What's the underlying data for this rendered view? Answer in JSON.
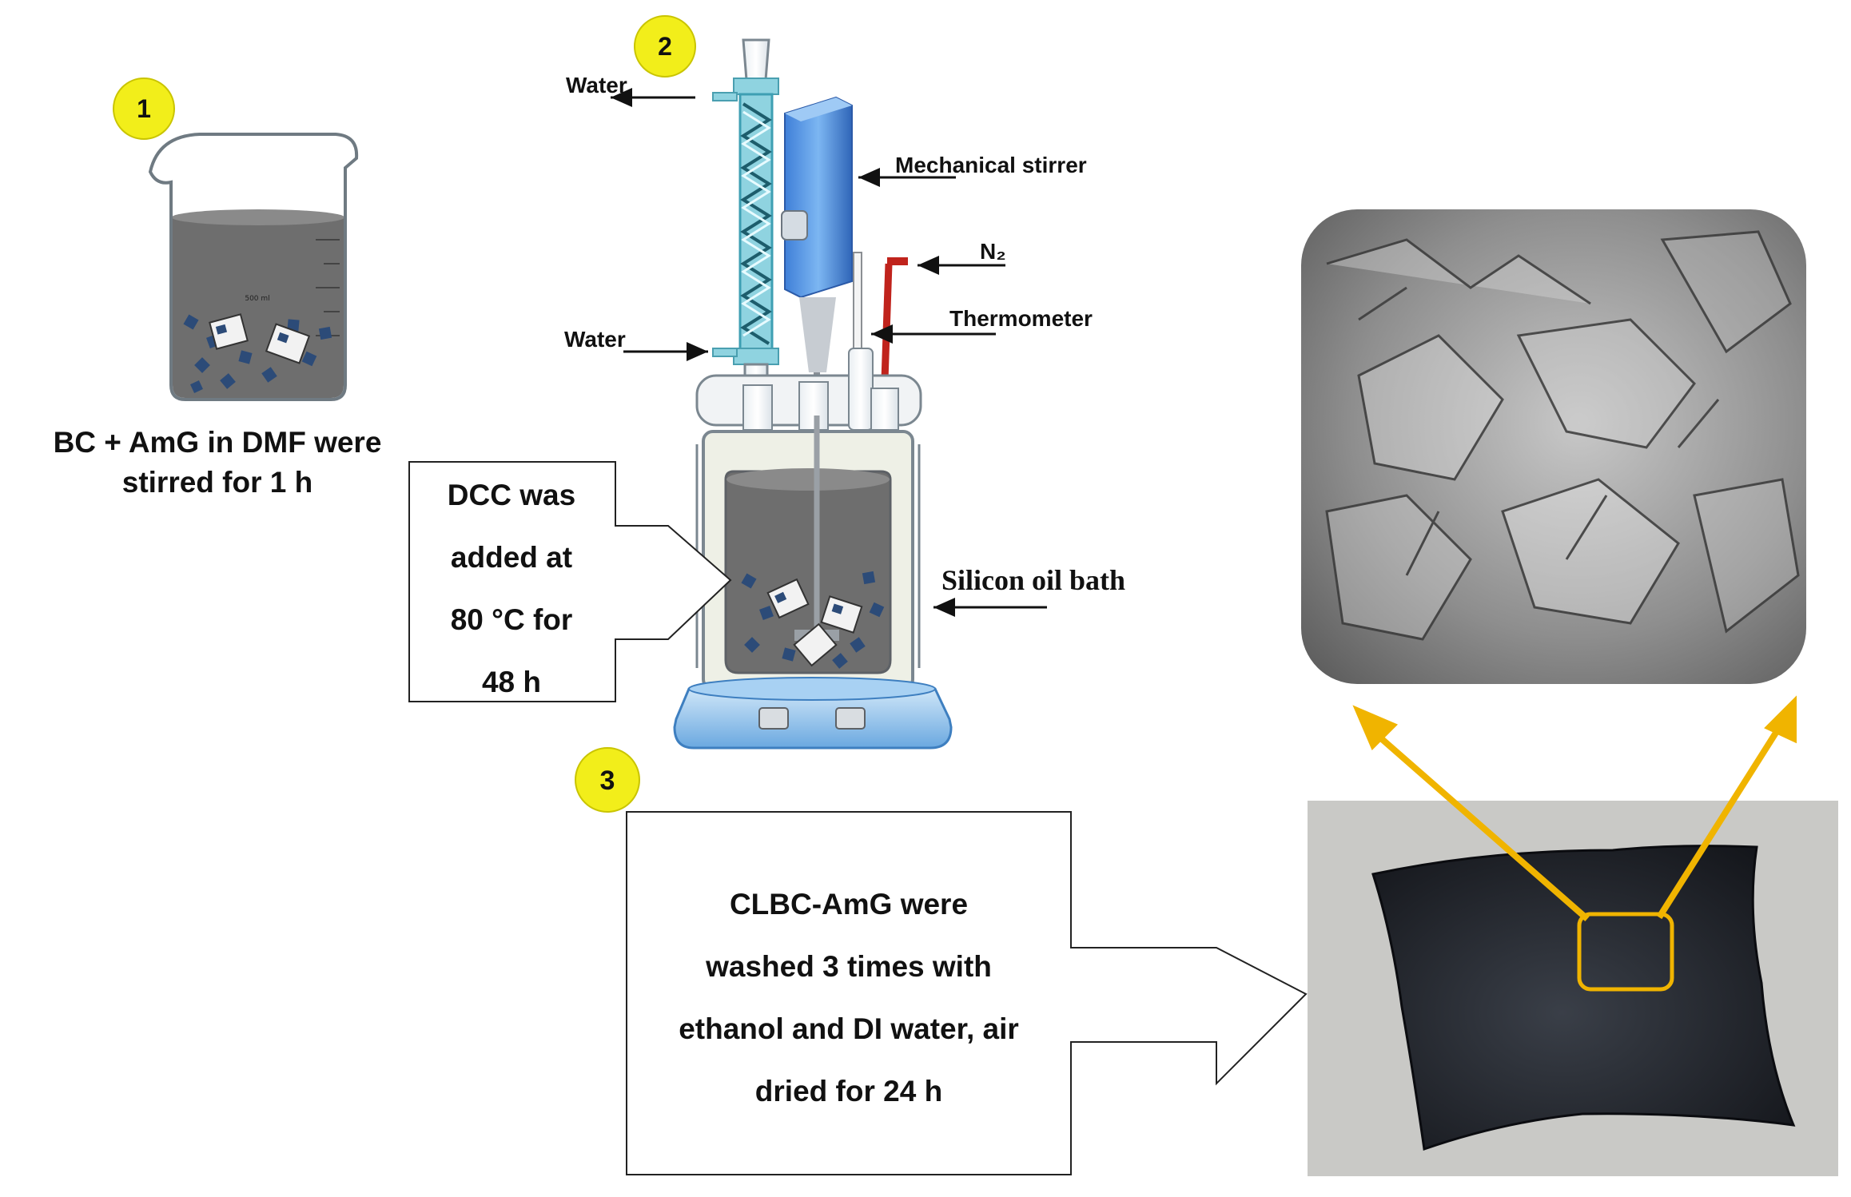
{
  "steps": [
    {
      "number": "1",
      "caption_lines": [
        "BC + AmG in DMF were",
        "stirred for 1 h"
      ]
    },
    {
      "number": "2",
      "caption_lines": [
        "DCC was",
        "added at",
        "80 °C for",
        "48 h"
      ]
    },
    {
      "number": "3",
      "caption_lines": [
        "CLBC-AmG were",
        "washed 3 times with",
        "ethanol and DI water, air",
        "dried for 24 h"
      ]
    }
  ],
  "apparatus_labels": {
    "water_out": "Water",
    "water_in": "Water",
    "stirrer": "Mechanical stirrer",
    "nitrogen": "N₂",
    "thermometer": "Thermometer",
    "oil_bath": "Silicon oil bath"
  },
  "beaker_marks": {
    "volume_label": "500 ml"
  },
  "colors": {
    "step_badge": "#f2ee1a",
    "zoom_highlight": "#f0b400",
    "liquid": "#6e6e6e",
    "condenser": "#56c3d6",
    "stirrer_body": "#4f8fe0",
    "thermometer": "#c0231c",
    "bath_base": "#7fbbe8",
    "sem_background": "#8a8a8a",
    "product_background": "#c9c9c6",
    "product_film": "#1c1f26"
  }
}
